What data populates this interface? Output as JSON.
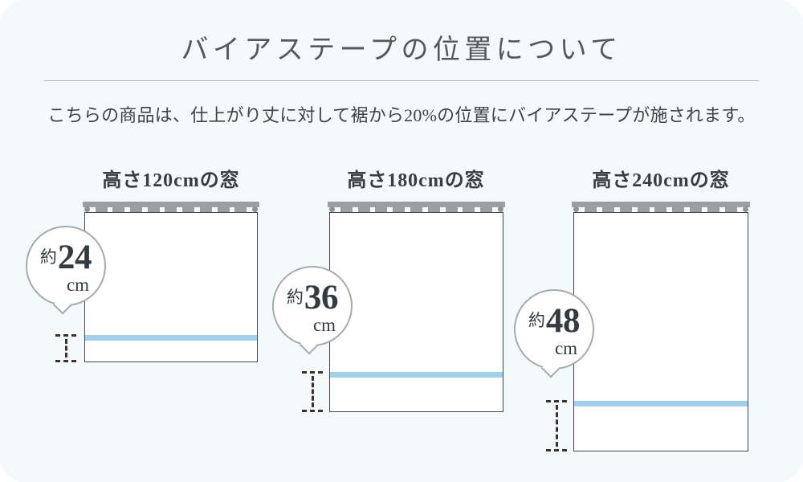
{
  "page": {
    "title": "バイアステープの位置について",
    "description": "こちらの商品は、仕上がり丈に対して裾から20%の位置にバイアステープが施されます。"
  },
  "diagrams": [
    {
      "window_label": "高さ120cmの窓",
      "window_height_cm": 120,
      "approx": "約",
      "value": "24",
      "unit": "cm",
      "tape_position_note": "裾から20%"
    },
    {
      "window_label": "高さ180cmの窓",
      "window_height_cm": 180,
      "approx": "約",
      "value": "36",
      "unit": "cm",
      "tape_position_note": "裾から20%"
    },
    {
      "window_label": "高さ240cmの窓",
      "window_height_cm": 240,
      "approx": "約",
      "value": "48",
      "unit": "cm",
      "tape_position_note": "裾から20%"
    }
  ],
  "colors": {
    "card_background": "#f4f9fc",
    "title_text": "#54595d",
    "body_text": "#3d4347",
    "divider": "#a9b5bb",
    "rail_gray": "#9b9fa2",
    "panel_border": "#42484c",
    "bias_tape_blue": "#a2cfe9",
    "bubble_border": "#a6aaad",
    "measure_dash_brown": "#40302a"
  }
}
